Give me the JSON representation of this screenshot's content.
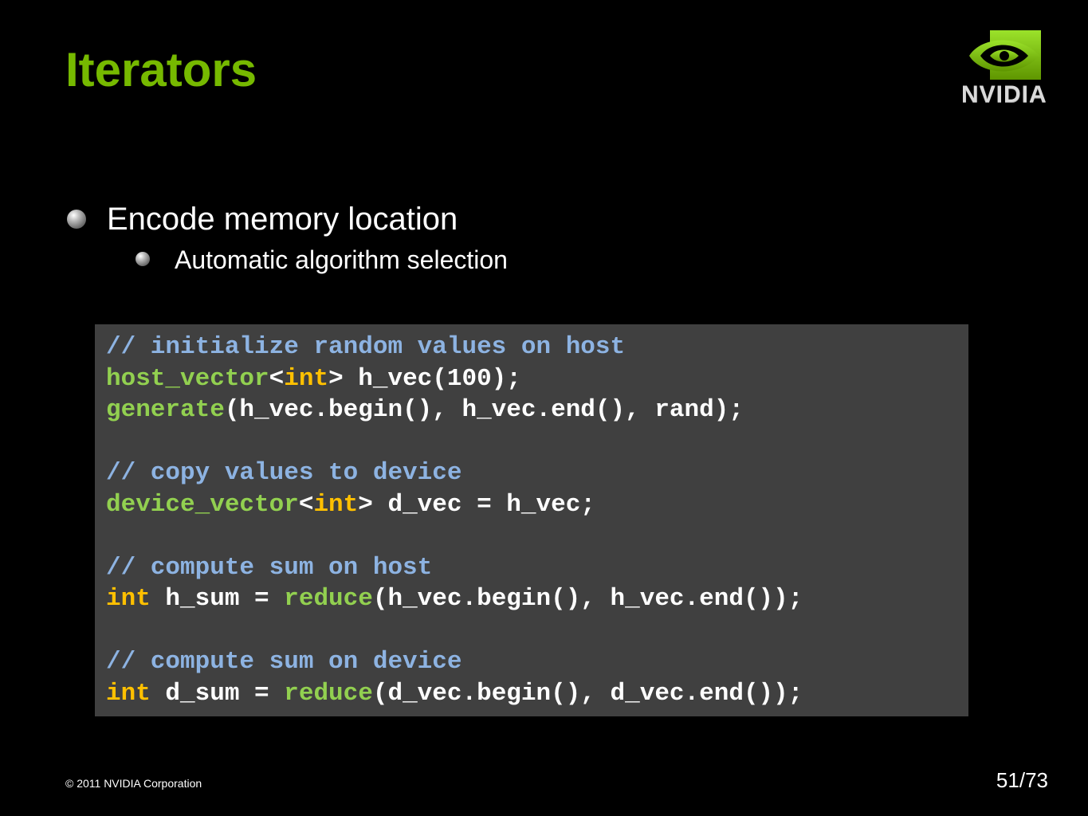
{
  "slide": {
    "title": "Iterators",
    "logo_text": "NVIDIA",
    "bullet_1": "Encode memory location",
    "bullet_2": "Automatic algorithm selection",
    "copyright": "© 2011 NVIDIA Corporation",
    "page_number": "51/73"
  },
  "colors": {
    "title": "#76b900",
    "code_background": "#404040",
    "comment": "#8db3e2",
    "function": "#92d050",
    "keyword": "#ffc000"
  },
  "code": {
    "line_1": "// initialize random values on host",
    "line_2": [
      "host_vector",
      "<",
      "int",
      "> h_vec(100);"
    ],
    "line_3": [
      "generate",
      "(h_vec.begin(), h_vec.end(), rand);"
    ],
    "line_5": "// copy values to device",
    "line_6": [
      "device_vector",
      "<",
      "int",
      "> d_vec = h_vec;"
    ],
    "line_8": "// compute sum on host",
    "line_9": [
      "int",
      " h_sum = ",
      "reduce",
      "(h_vec.begin(), h_vec.end());"
    ],
    "line_11": "// compute sum on device",
    "line_12": [
      "int",
      " d_sum = ",
      "reduce",
      "(d_vec.begin(), d_vec.end());"
    ]
  }
}
